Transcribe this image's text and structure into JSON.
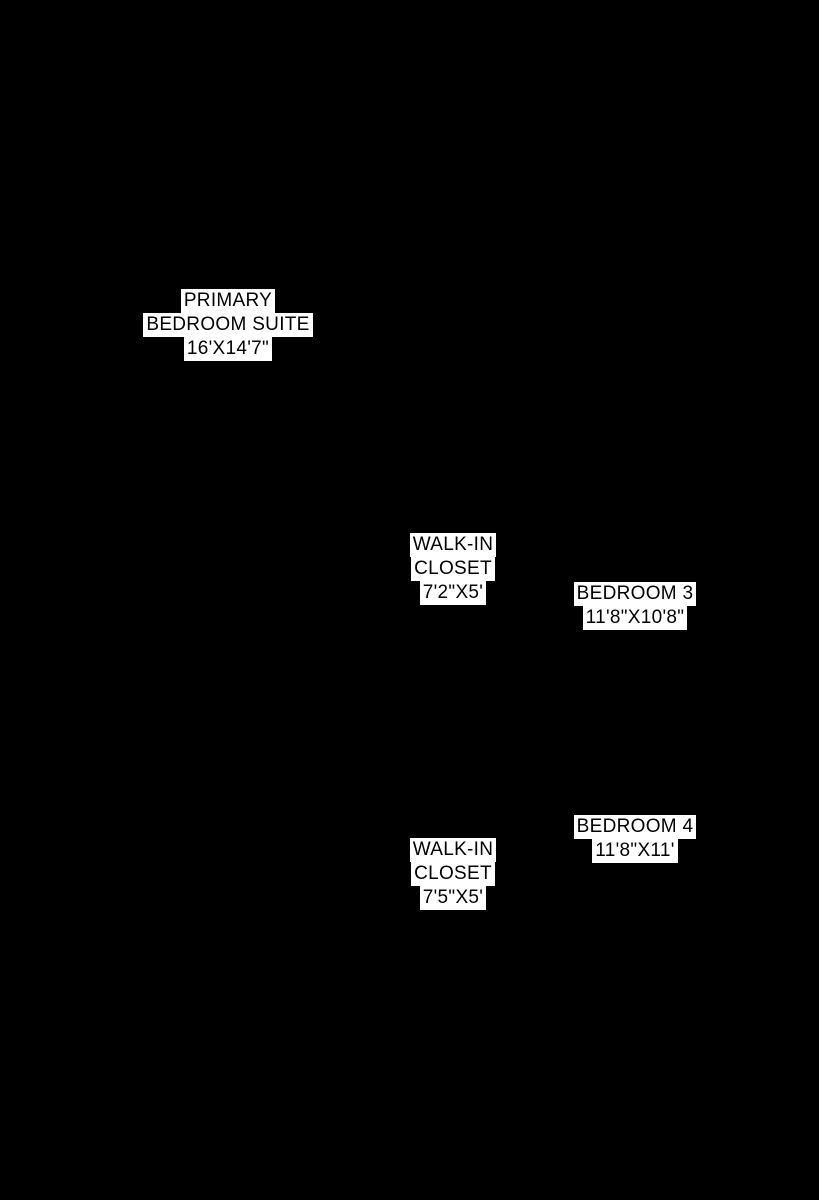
{
  "rooms": [
    {
      "id": "primary-bedroom-suite",
      "lines": [
        "PRIMARY",
        "BEDROOM SUITE",
        "16'X14'7\""
      ]
    },
    {
      "id": "walk-in-closet-1",
      "lines": [
        "WALK-IN",
        "CLOSET",
        "7'2\"X5'"
      ]
    },
    {
      "id": "bedroom-3",
      "lines": [
        "BEDROOM 3",
        "11'8\"X10'8\""
      ]
    },
    {
      "id": "walk-in-closet-2",
      "lines": [
        "WALK-IN",
        "CLOSET",
        "7'5\"X5'"
      ]
    },
    {
      "id": "bedroom-4",
      "lines": [
        "BEDROOM 4",
        "11'8\"X11'"
      ]
    }
  ],
  "colors": {
    "background": "#000000",
    "label_background": "#ffffff",
    "label_text": "#000000"
  }
}
